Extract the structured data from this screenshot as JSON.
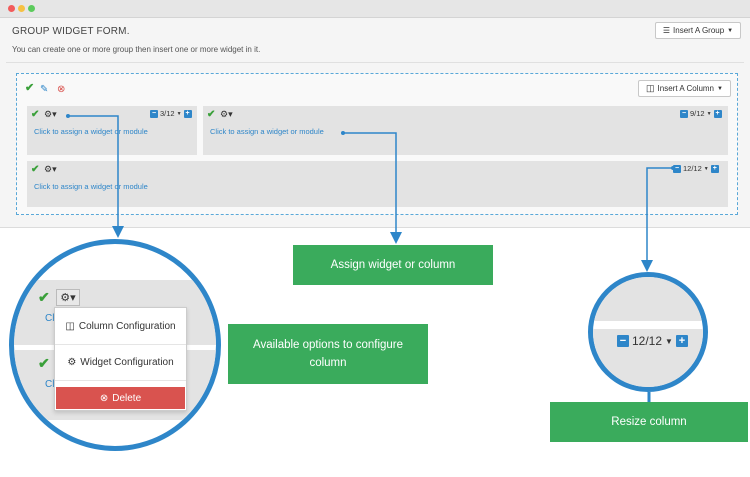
{
  "form": {
    "title": "GROUP WIDGET FORM.",
    "description": "You can create one or more group then insert one or more widget in it.",
    "insert_group_label": "Insert A Group",
    "insert_column_label": "Insert A Column"
  },
  "columns": [
    {
      "size": "3/12",
      "link": "Click to assign a widget or module"
    },
    {
      "size": "9/12",
      "link": "Click to assign a widget or module"
    },
    {
      "size": "12/12",
      "link": "Click to assign a widget or module"
    }
  ],
  "callouts": {
    "assign": "Assign widget or column",
    "options_line1": "Available options to configure",
    "options_line2": "column",
    "resize": "Resize column"
  },
  "zoom_menu": {
    "column_config": "Column Configuration",
    "widget_config": "Widget Configuration",
    "delete": "Delete",
    "link_fragment_1": "Cl",
    "link_fragment_2": "Cl"
  },
  "zoom_resize": {
    "size": "12/12"
  },
  "colors": {
    "accent_blue": "#2e86c9",
    "callout_green": "#3aab5c",
    "delete_red": "#d9534f",
    "check_green": "#3aa03a"
  }
}
